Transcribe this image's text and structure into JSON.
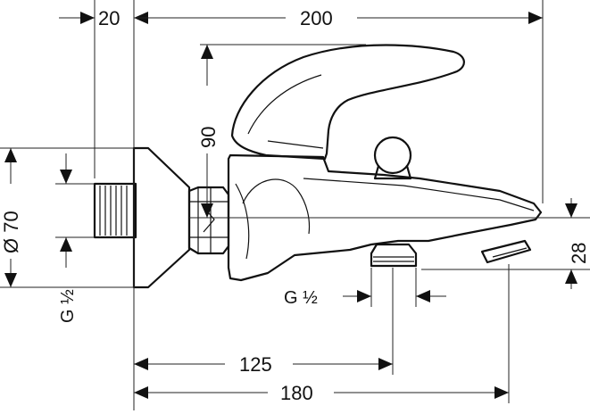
{
  "dimensions": {
    "d20": "20",
    "d200": "200",
    "d90": "90",
    "d70": "Ø 70",
    "d28": "28",
    "d125": "125",
    "d180": "180",
    "thread_left": "G ½",
    "thread_bottom": "G ½"
  }
}
